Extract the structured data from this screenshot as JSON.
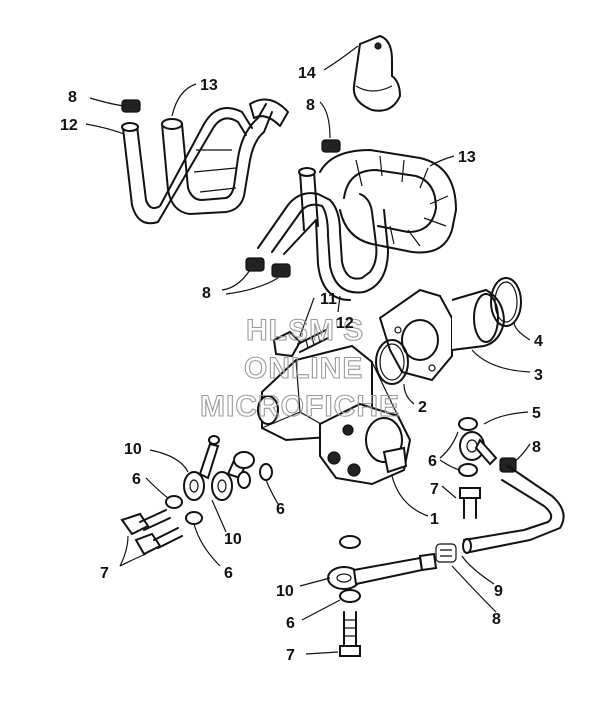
{
  "diagram": {
    "callouts": {
      "c1": "1",
      "c2": "2",
      "c3": "3",
      "c4": "4",
      "c5": "5",
      "c6a": "6",
      "c6b": "6",
      "c6c": "6",
      "c6d": "6",
      "c6e": "6",
      "c7a": "7",
      "c7b": "7",
      "c7c": "7",
      "c8a": "8",
      "c8b": "8",
      "c8c": "8",
      "c8d": "8",
      "c8e": "8",
      "c9": "9",
      "c10a": "10",
      "c10b": "10",
      "c10c": "10",
      "c11": "11",
      "c12a": "12",
      "c12b": "12",
      "c13a": "13",
      "c13b": "13",
      "c14": "14"
    },
    "watermark": {
      "line1": "HLSM'S",
      "line2": "ONLINE",
      "line3": "MICROFICHE"
    }
  }
}
